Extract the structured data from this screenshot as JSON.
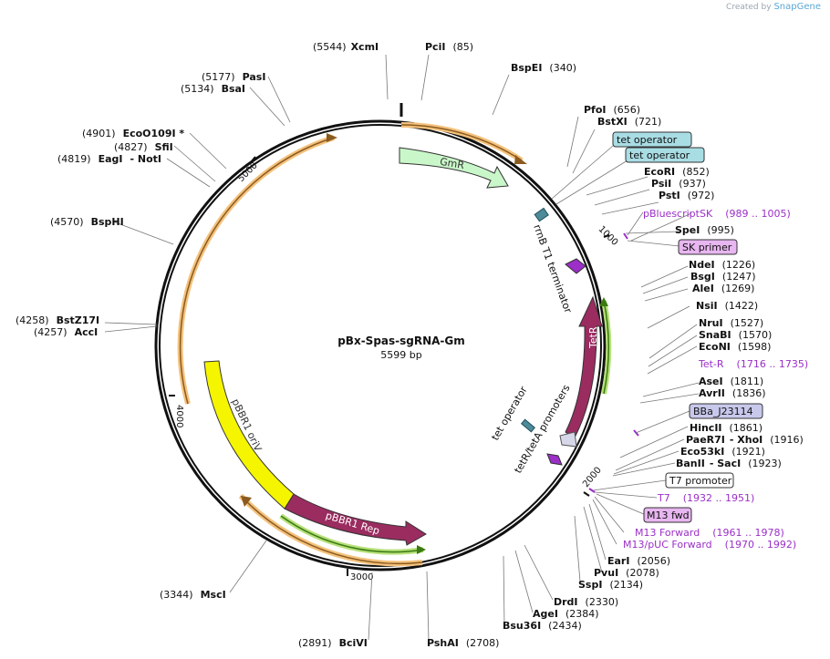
{
  "credit": {
    "prefix": "Created by",
    "brand": "SnapGene"
  },
  "plasmid": {
    "name": "pBx-Spas-sgRNA-Gm",
    "length_label": "5599 bp"
  },
  "ticks": [
    "1000",
    "2000",
    "3000",
    "4000",
    "5000"
  ],
  "enzymes": [
    {
      "name": "XcmI",
      "pos": "5544"
    },
    {
      "name": "PciI",
      "pos": "85"
    },
    {
      "name": "BspEI",
      "pos": "340"
    },
    {
      "name": "PfoI",
      "pos": "656"
    },
    {
      "name": "BstXI",
      "pos": "721"
    },
    {
      "name": "EcoRI",
      "pos": "852"
    },
    {
      "name": "PsiI",
      "pos": "937"
    },
    {
      "name": "PstI",
      "pos": "972"
    },
    {
      "name": "SpeI",
      "pos": "995"
    },
    {
      "name": "NdeI",
      "pos": "1226"
    },
    {
      "name": "BsgI",
      "pos": "1247"
    },
    {
      "name": "AleI",
      "pos": "1269"
    },
    {
      "name": "NsiI",
      "pos": "1422"
    },
    {
      "name": "NruI",
      "pos": "1527"
    },
    {
      "name": "SnaBI",
      "pos": "1570"
    },
    {
      "name": "EcoNI",
      "pos": "1598"
    },
    {
      "name": "AseI",
      "pos": "1811"
    },
    {
      "name": "AvrII",
      "pos": "1836"
    },
    {
      "name": "HincII",
      "pos": "1861"
    },
    {
      "name": "PaeR7I",
      "pos": "1916",
      "extra": "- XhoI"
    },
    {
      "name": "Eco53kI",
      "pos": "1921"
    },
    {
      "name": "BanII",
      "pos": "1923",
      "extra": "- SacI"
    },
    {
      "name": "EarI",
      "pos": "2056"
    },
    {
      "name": "PvuI",
      "pos": "2078"
    },
    {
      "name": "SspI",
      "pos": "2134"
    },
    {
      "name": "DrdI",
      "pos": "2330"
    },
    {
      "name": "AgeI",
      "pos": "2384"
    },
    {
      "name": "Bsu36I",
      "pos": "2434"
    },
    {
      "name": "PshAI",
      "pos": "2708"
    },
    {
      "name": "BciVI",
      "pos": "2891"
    },
    {
      "name": "MscI",
      "pos": "3344"
    },
    {
      "name": "AccI",
      "pos": "4257"
    },
    {
      "name": "BstZ17I",
      "pos": "4258"
    },
    {
      "name": "BspHI",
      "pos": "4570"
    },
    {
      "name": "EagI",
      "pos": "4819",
      "extra": "- NotI"
    },
    {
      "name": "SfiI",
      "pos": "4827"
    },
    {
      "name": "EcoO109I *",
      "pos": "4901"
    },
    {
      "name": "BsaI",
      "pos": "5134"
    },
    {
      "name": "PasI",
      "pos": "5177"
    }
  ],
  "features_text": [
    {
      "label": "pBluescriptSK",
      "range": "(989 .. 1005)"
    },
    {
      "label": "Tet-R",
      "range": "(1716 .. 1735)"
    },
    {
      "label": "T7",
      "range": "(1932 .. 1951)"
    },
    {
      "label": "M13 Forward",
      "range": "(1961 .. 1978)"
    },
    {
      "label": "M13/pUC Forward",
      "range": "(1970 .. 1992)"
    }
  ],
  "feature_boxes": [
    {
      "label": "tet operator",
      "style": "teal"
    },
    {
      "label": "tet operator",
      "style": "teal"
    },
    {
      "label": "SK primer",
      "style": "purple"
    },
    {
      "label": "BBa_J23114",
      "style": "lavender"
    },
    {
      "label": "T7 promoter",
      "style": "white"
    },
    {
      "label": "M13 fwd",
      "style": "purple"
    }
  ],
  "inner_labels": {
    "rrnb": "rrnB T1 terminator",
    "tetop": "tet operator",
    "tetpromoters": "tetR/tetA promoters"
  },
  "arrows": {
    "gmr": "GmR",
    "tetr": "TetR",
    "pbbr1rep": "pBBR1 Rep",
    "oriv": "pBBR1 oriV"
  },
  "colors": {
    "gmr": "#c9f7c9",
    "tetr": "#9a2c60",
    "rep": "#9a2c60",
    "oriv": "#f5f500",
    "orf_orange": "#f4c27d",
    "orf_green": "#b7e07a",
    "feature_purple": "#9b2fc7",
    "teal": "#4d8a9a"
  }
}
